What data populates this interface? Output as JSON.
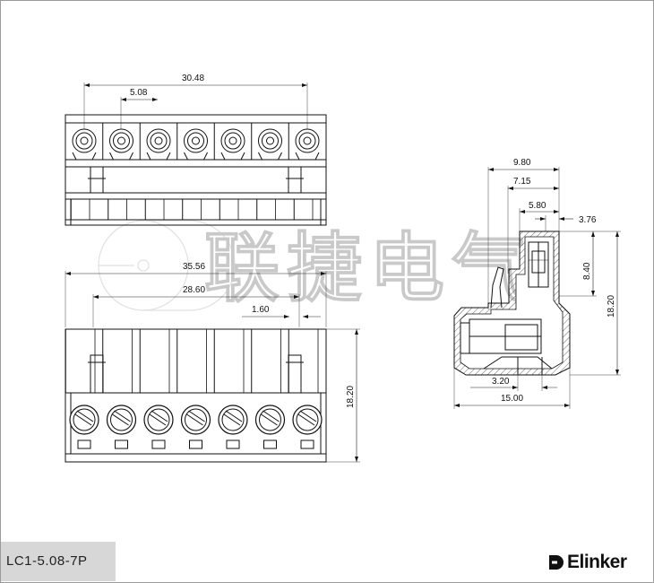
{
  "top_view": {
    "dim_overall": "30.48",
    "dim_pitch": "5.08"
  },
  "front_view": {
    "dim_width": "35.56",
    "dim_inner": "28.60",
    "dim_slot": "1.60",
    "dim_height": "18.20"
  },
  "side_view": {
    "dim_top_overall": "9.80",
    "dim_top_2": "7.15",
    "dim_top_3": "5.80",
    "dim_top_4": "3.76",
    "dim_vert_small": "8.40",
    "dim_vert_overall": "18.20",
    "dim_bottom_small": "3.20",
    "dim_bottom_overall": "15.00"
  },
  "watermark": "联捷电气",
  "part_number": "LC1-5.08-7P",
  "brand": {
    "name": "Elinker",
    "icon": "elinker-logo-icon"
  },
  "pin_count": 7
}
